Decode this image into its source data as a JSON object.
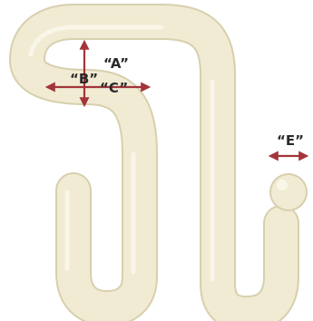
{
  "colors": {
    "hook_fill": "#f1ebd3",
    "hook_edge": "#d7cfae",
    "hook_shade": "#cfc6a3",
    "hook_highlight": "#fbf8ee",
    "arrow": "#a2343a",
    "label": "#2a2a2a"
  },
  "dimensions": {
    "A": {
      "label": "“A”"
    },
    "B": {
      "label": "“B”"
    },
    "C": {
      "label": "“C”"
    },
    "E": {
      "label": "“E”"
    }
  }
}
